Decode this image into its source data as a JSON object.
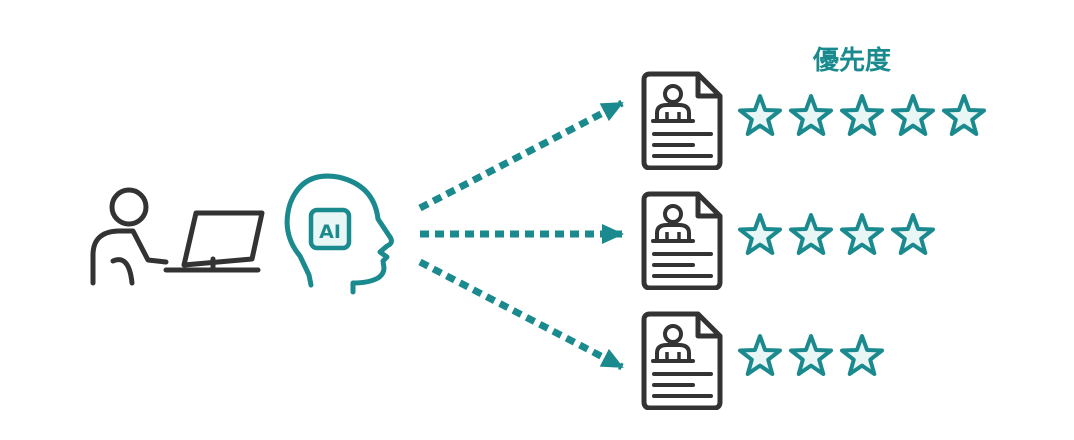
{
  "header": {
    "priority_label": "優先度"
  },
  "ai_head": {
    "chip_label": "AI"
  },
  "colors": {
    "teal": "#1a8a8e",
    "star_fill": "#e8f6f5",
    "outline": "#333333",
    "background": "#ffffff"
  },
  "icons": {
    "person": "person-at-computer-icon",
    "ai": "ai-head-icon",
    "document": "resume-document-icon",
    "star": "star-icon"
  },
  "resumes": [
    {
      "stars": 5
    },
    {
      "stars": 4
    },
    {
      "stars": 3
    }
  ]
}
